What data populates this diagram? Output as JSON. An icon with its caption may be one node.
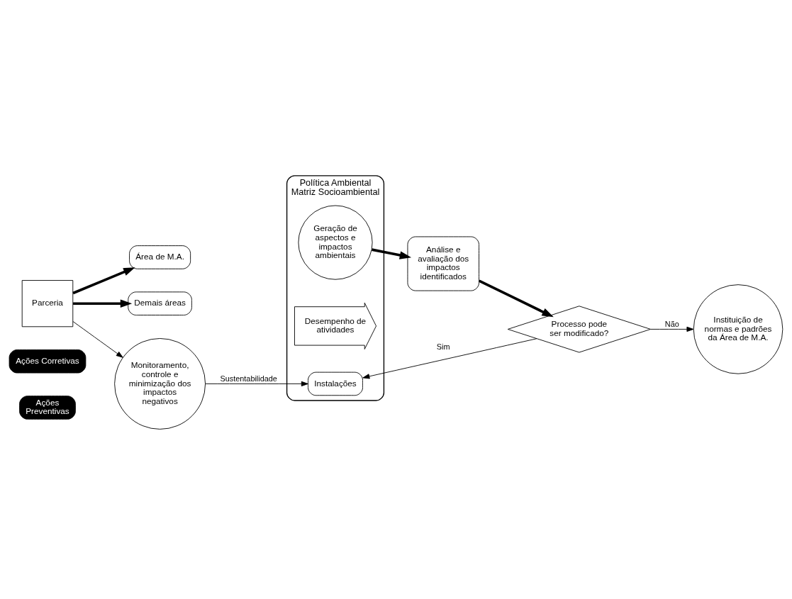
{
  "diagram": {
    "nodes": [
      {
        "text": [
          "Ações Preventivas"
        ]
      },
      {
        "text": [
          "Ações Corretivas"
        ]
      },
      {
        "text": [
          "Política Ambiental",
          "Matriz Socioambiental"
        ]
      },
      {
        "text": [
          "Instalações"
        ],
        "in": 2
      },
      {
        "text": [
          "Desempenho de atividades"
        ],
        "in": 2
      },
      {
        "text": [
          "Geração de aspectos e impactos ambientais"
        ],
        "in": 2
      },
      {
        "text": [
          "Análise e avaliação dos impactos identificados"
        ]
      },
      {
        "text": [
          "Processo pode ser modificado?"
        ]
      },
      {
        "text": [
          "Instituição de normas e padrões da Área de M.A."
        ]
      },
      {
        "text": [
          "Área de M.A."
        ]
      },
      {
        "text": [
          "Parceria"
        ]
      },
      {
        "text": [
          "Demais áreas"
        ]
      },
      {
        "text": [
          "Monitoramento, controle e minimização dos impactos negativos"
        ]
      }
    ],
    "edges": [
      {
        "from": 5,
        "to": 6,
        "arrow": "to",
        "style": "thick"
      },
      {
        "from": 6,
        "to": 7,
        "arrow": "to",
        "style": "thick"
      },
      {
        "from": 7,
        "to": 3,
        "arrow": "to",
        "label": "Sim"
      },
      {
        "from": 7,
        "to": 8,
        "arrow": "to",
        "label": "Não"
      },
      {
        "from": 10,
        "to": 9,
        "arrow": "to",
        "style": "thick"
      },
      {
        "from": 10,
        "to": 11,
        "arrow": "to",
        "style": "thick"
      },
      {
        "from": 10,
        "to": 12,
        "arrow": "to"
      },
      {
        "from": 12,
        "to": 3,
        "arrow": "to",
        "label": "Sustentabilidade"
      }
    ]
  }
}
